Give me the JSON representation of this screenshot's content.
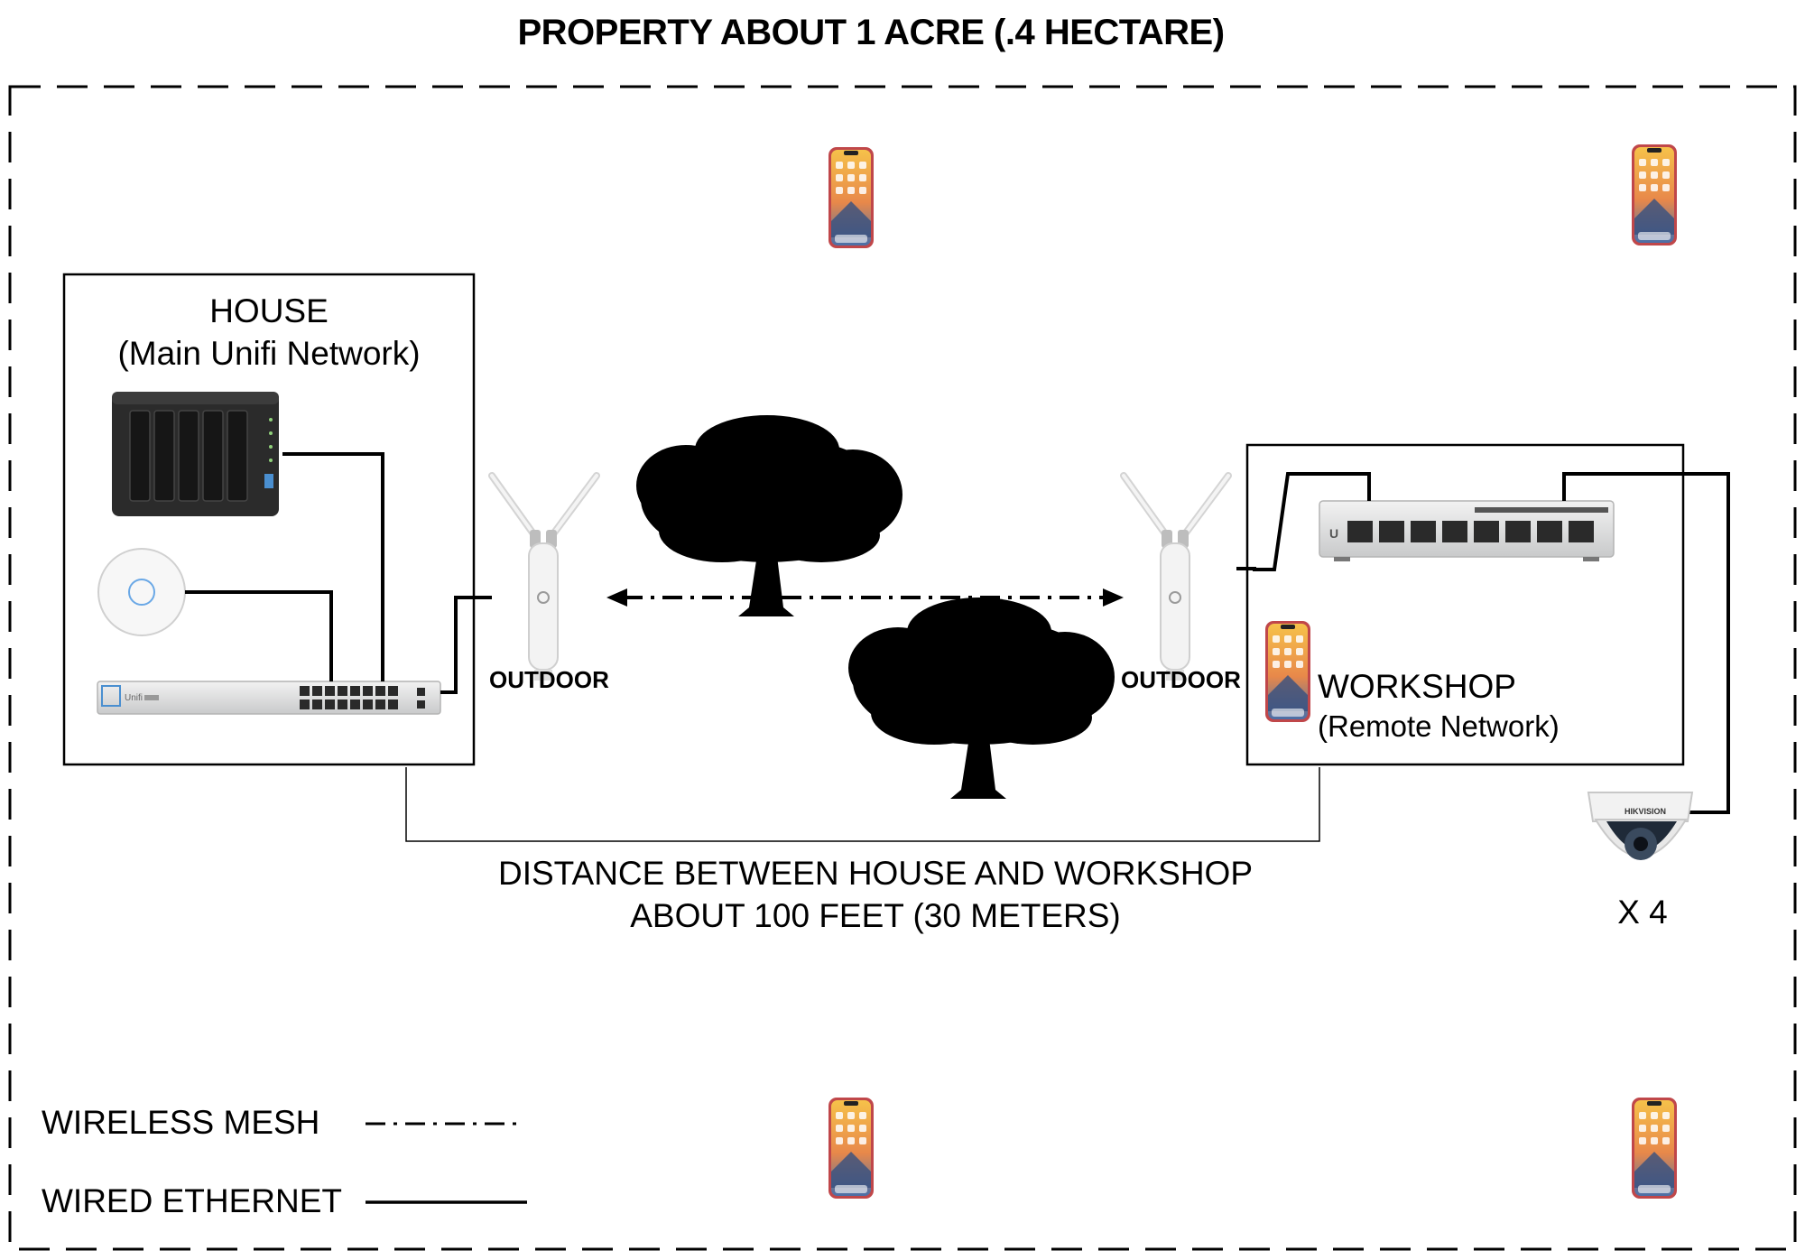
{
  "title": "PROPERTY ABOUT 1 ACRE (.4 HECTARE)",
  "house": {
    "title": "HOUSE",
    "subtitle": "(Main Unifi Network)"
  },
  "workshop": {
    "title": "WORKSHOP",
    "subtitle": "(Remote Network)"
  },
  "outdoor_left": "OUTDOOR",
  "outdoor_right": "OUTDOOR",
  "distance": {
    "line1": "DISTANCE BETWEEN HOUSE AND WORKSHOP",
    "line2": "ABOUT 100 FEET (30 METERS)"
  },
  "camera_count": "X 4",
  "legend": {
    "wireless": "WIRELESS MESH",
    "wired": "WIRED ETHERNET"
  },
  "switch_brand": "Unifi",
  "colors": {
    "line": "#000000",
    "device_silver": "#d9dadb",
    "nas": "#2b2b2b",
    "phone_frame": "#e35d5d"
  },
  "icons": [
    "phone-icon",
    "nas-icon",
    "access-point-icon",
    "switch-icon",
    "outdoor-antenna-icon",
    "tree-icon",
    "dome-camera-icon",
    "poe-switch-icon"
  ]
}
